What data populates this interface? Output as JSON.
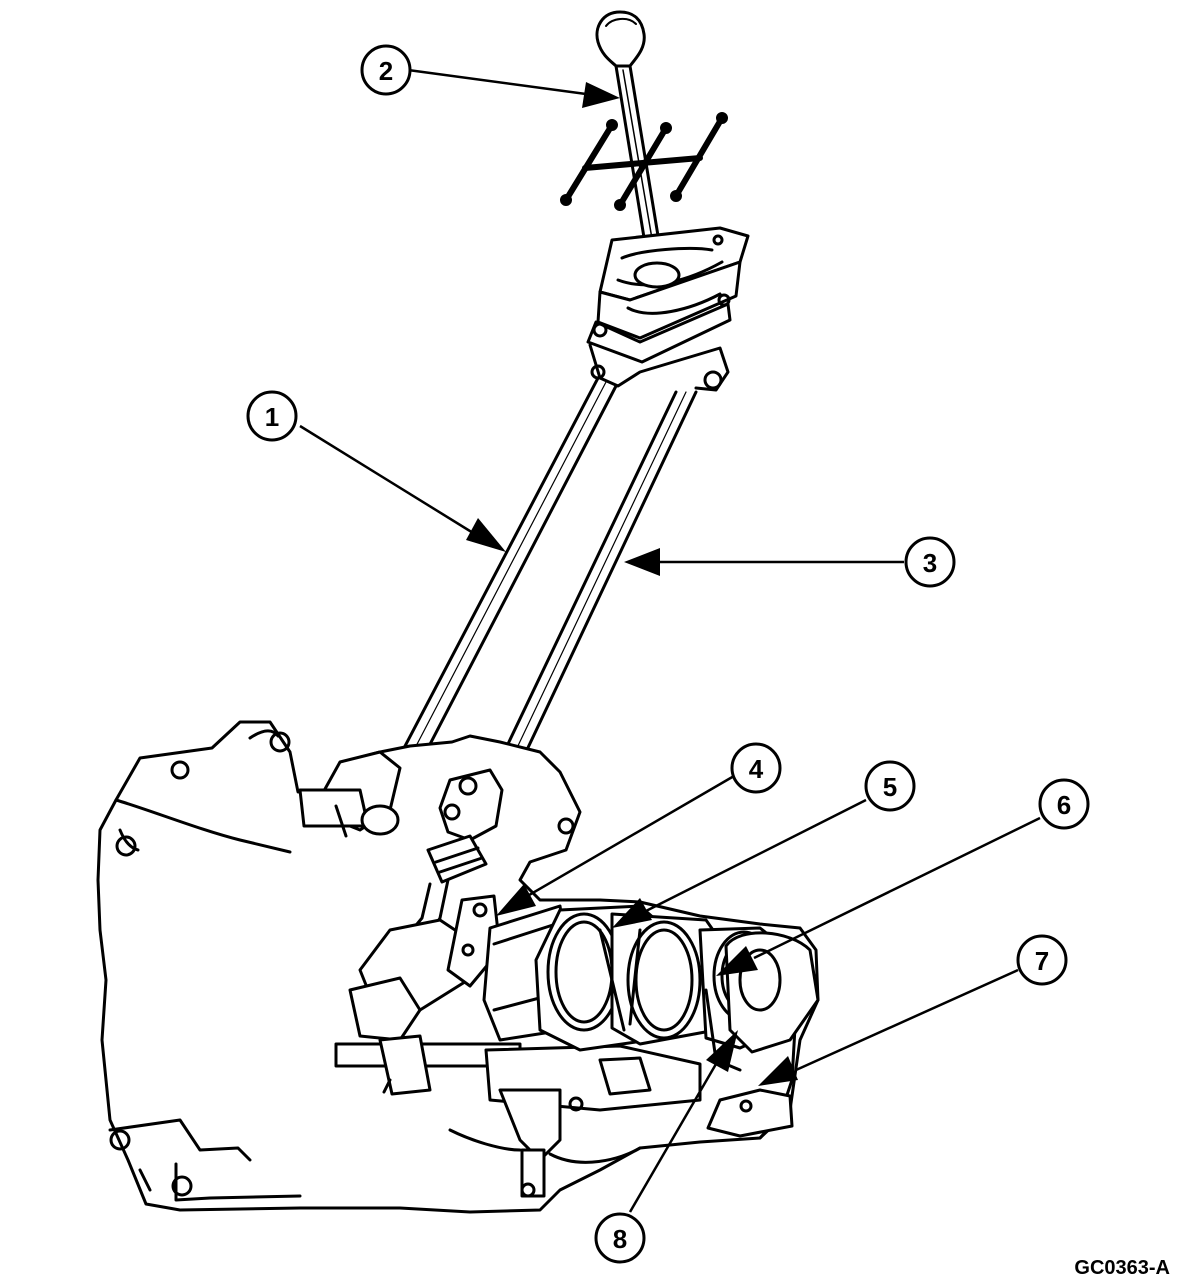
{
  "figure": {
    "code": "GC0363-A",
    "callouts": [
      {
        "number": "1"
      },
      {
        "number": "2"
      },
      {
        "number": "3"
      },
      {
        "number": "4"
      },
      {
        "number": "5"
      },
      {
        "number": "6"
      },
      {
        "number": "7"
      },
      {
        "number": "8"
      }
    ]
  }
}
